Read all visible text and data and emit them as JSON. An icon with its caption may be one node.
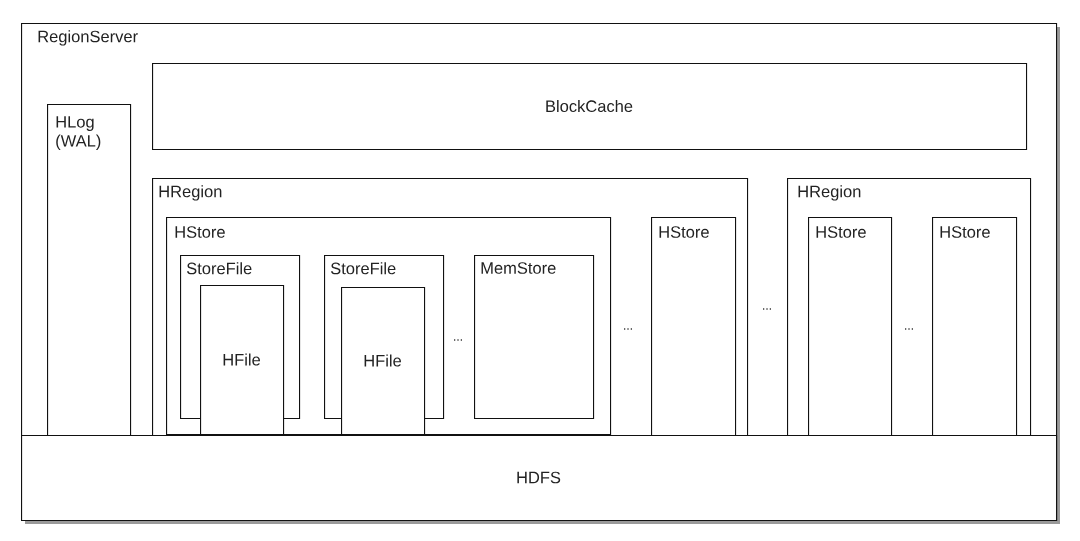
{
  "diagram": {
    "nodes": [
      {
        "text": [
          "RegionServer"
        ]
      },
      {
        "text": [
          "HLog (WAL)"
        ],
        "in": 0
      },
      {
        "text": [
          "BlockCache"
        ],
        "in": 0
      },
      {
        "text": [
          "HRegion"
        ],
        "in": 0
      },
      {
        "text": [
          "HStore"
        ],
        "in": 3
      },
      {
        "text": [
          "StoreFile"
        ],
        "in": 4
      },
      {
        "text": [
          "HFile"
        ],
        "in": 4
      },
      {
        "text": [
          "StoreFile"
        ],
        "in": 4
      },
      {
        "text": [
          "HFile"
        ],
        "in": 4
      },
      {
        "text": [
          "MemStore"
        ],
        "in": 4
      },
      {
        "text": [
          "HStore"
        ],
        "in": 3
      },
      {
        "text": [
          "HRegion"
        ],
        "in": 0
      },
      {
        "text": [
          "HStore"
        ],
        "in": 11
      },
      {
        "text": [
          "HStore"
        ],
        "in": 11
      },
      {
        "text": [
          "HDFS"
        ],
        "in": 0
      }
    ],
    "labels": [
      "...",
      "...",
      "...",
      "..."
    ]
  }
}
